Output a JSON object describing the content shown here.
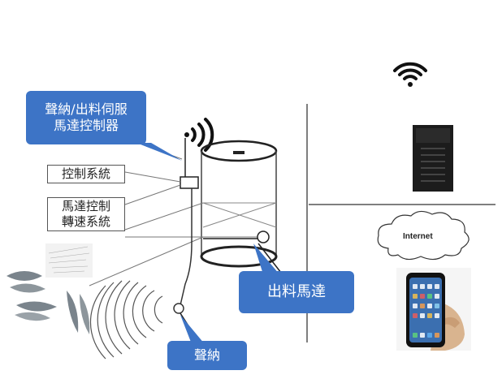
{
  "callouts": {
    "servo_controller": [
      "聲納/出料伺服",
      "馬達控制器"
    ],
    "discharge_motor": "出料馬達",
    "sonar": "聲納"
  },
  "labels": {
    "control_system": "控制系統",
    "motor_speed_control": [
      "馬達控制",
      "轉速系統"
    ]
  },
  "cloud": {
    "text": "Internet"
  },
  "colors": {
    "callout": "#3d74c6",
    "line": "#555555",
    "server": "#1c1c1c"
  }
}
